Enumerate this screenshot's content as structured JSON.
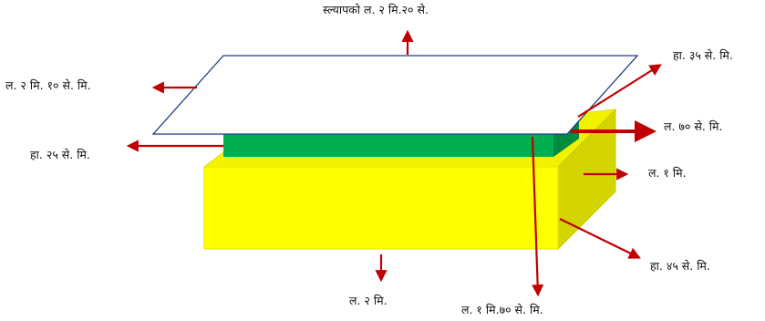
{
  "labels": {
    "slab_length": "स्ल्यापको ल. २ मि.२० से.",
    "slab_width": "हा. ३५ से. मि.",
    "left_length": "ल. २ मि. १० से. मि.",
    "left_width": "हा. २५ से. मि.",
    "green_length": "ल. ७० से. मि.",
    "block_length": "ल. १ मि.",
    "block_width": "हा. ४५ से. मि.",
    "bottom_length": "ल. २ मि.",
    "bottom_length2": "ल. १ मि.७० से. मि."
  },
  "colors": {
    "yellow_front": "#ffff00",
    "yellow_top": "#f2f200",
    "yellow_side": "#d4d400",
    "green": "#00b050",
    "green_dark": "#008a3e",
    "slab_stroke": "#1f3c88",
    "arrow": "#c00000"
  }
}
